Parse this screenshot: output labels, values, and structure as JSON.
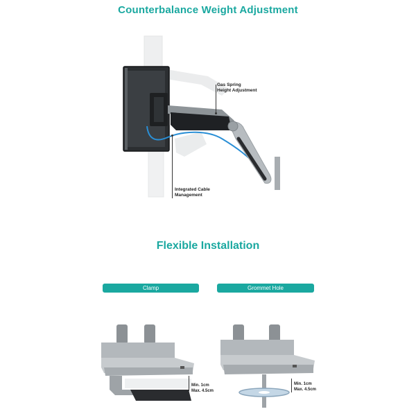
{
  "sections": {
    "counterbalance": {
      "title": "Counterbalance Weight Adjustment",
      "callout_gas_spring": [
        "Gas Spring",
        "Height Adjustment"
      ],
      "callout_cable": [
        "Integrated Cable",
        "Management"
      ]
    },
    "installation": {
      "title": "Flexible Installation",
      "clamp_label": "Clamp",
      "grommet_label": "Grommet Hole",
      "clamp_range": [
        "Min. 1cm",
        "Max. 4.5cm"
      ],
      "grommet_range": [
        "Min. 1cm",
        "Max. 4.5cm"
      ]
    }
  },
  "colors": {
    "accent": "#1aa8a0",
    "cable": "#2a8fd6"
  }
}
